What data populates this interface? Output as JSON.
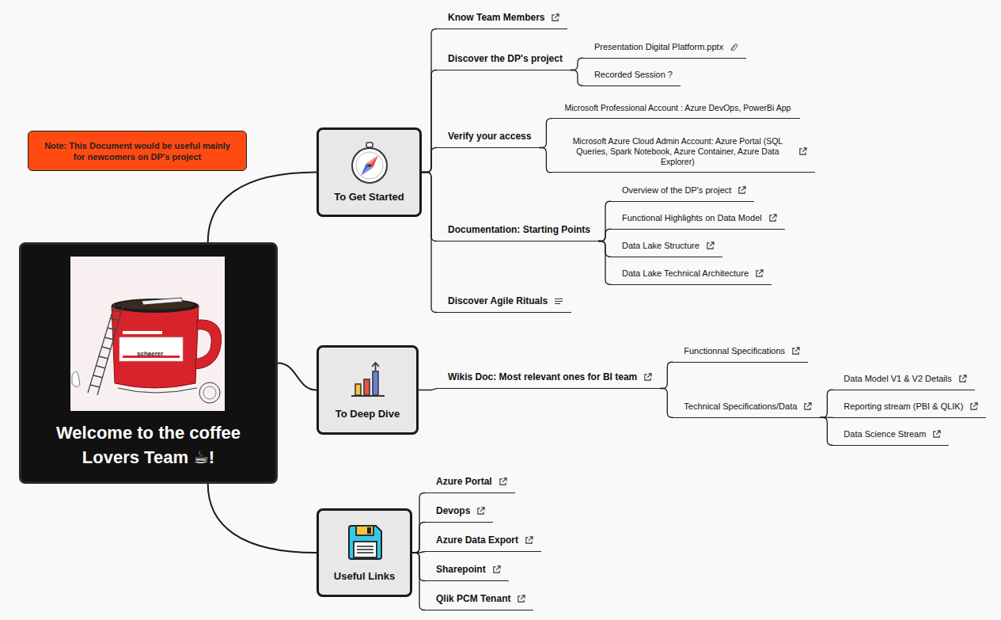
{
  "diagram": {
    "nodes": [
      {
        "text": [
          "Welcome to the coffee Lovers Team ☕!"
        ]
      },
      {
        "text": [
          "Note: This Document would be useful mainly  for newcomers on DP's project"
        ]
      },
      {
        "text": [
          "To Get Started"
        ]
      },
      {
        "text": [
          "Know Team Members"
        ]
      },
      {
        "text": [
          "Discover the DP's project"
        ]
      },
      {
        "text": [
          "Presentation Digital Platform.pptx"
        ]
      },
      {
        "text": [
          "Recorded Session ?"
        ]
      },
      {
        "text": [
          "Verify your access"
        ]
      },
      {
        "text": [
          "Microsoft Professional Account  : Azure DevOps, PowerBi App"
        ]
      },
      {
        "text": [
          "Microsoft Azure Cloud Admin Account: Azure Portal (SQL Queries, Spark Notebook, Azure Container, Azure Data Explorer)"
        ]
      },
      {
        "text": [
          "Documentation: Starting Points"
        ]
      },
      {
        "text": [
          "Overview of the DP's project"
        ]
      },
      {
        "text": [
          "Functional Highlights on Data Model"
        ]
      },
      {
        "text": [
          "Data Lake Structure"
        ]
      },
      {
        "text": [
          "Data Lake Technical Architecture"
        ]
      },
      {
        "text": [
          "Discover Agile Rituals"
        ]
      },
      {
        "text": [
          "To Deep Dive"
        ]
      },
      {
        "text": [
          "Wikis Doc: Most relevant ones for BI team"
        ]
      },
      {
        "text": [
          "Functionnal Specifications"
        ]
      },
      {
        "text": [
          "Technical Specifications/Data"
        ]
      },
      {
        "text": [
          "Data Model V1 & V2 Details"
        ]
      },
      {
        "text": [
          "Reporting stream (PBI & QLIK)"
        ]
      },
      {
        "text": [
          "Data Science Stream"
        ]
      },
      {
        "text": [
          "Useful Links"
        ]
      },
      {
        "text": [
          "Azure Portal"
        ]
      },
      {
        "text": [
          "Devops"
        ]
      },
      {
        "text": [
          "Azure Data Export"
        ]
      },
      {
        "text": [
          "Sharepoint"
        ]
      },
      {
        "text": [
          "Qlik PCM Tenant"
        ]
      }
    ],
    "edges": [
      {
        "from": 0,
        "to": 2,
        "arrow": "none"
      },
      {
        "from": 0,
        "to": 16,
        "arrow": "none"
      },
      {
        "from": 0,
        "to": 23,
        "arrow": "none"
      },
      {
        "from": 2,
        "to": 3,
        "arrow": "none"
      },
      {
        "from": 2,
        "to": 4,
        "arrow": "none"
      },
      {
        "from": 2,
        "to": 7,
        "arrow": "none"
      },
      {
        "from": 2,
        "to": 10,
        "arrow": "none"
      },
      {
        "from": 2,
        "to": 15,
        "arrow": "none"
      },
      {
        "from": 4,
        "to": 5,
        "arrow": "none"
      },
      {
        "from": 4,
        "to": 6,
        "arrow": "none"
      },
      {
        "from": 7,
        "to": 8,
        "arrow": "none"
      },
      {
        "from": 7,
        "to": 9,
        "arrow": "none"
      },
      {
        "from": 10,
        "to": 11,
        "arrow": "none"
      },
      {
        "from": 10,
        "to": 12,
        "arrow": "none"
      },
      {
        "from": 10,
        "to": 13,
        "arrow": "none"
      },
      {
        "from": 10,
        "to": 14,
        "arrow": "none"
      },
      {
        "from": 16,
        "to": 17,
        "arrow": "none"
      },
      {
        "from": 17,
        "to": 18,
        "arrow": "none"
      },
      {
        "from": 17,
        "to": 19,
        "arrow": "none"
      },
      {
        "from": 19,
        "to": 20,
        "arrow": "none"
      },
      {
        "from": 19,
        "to": 21,
        "arrow": "none"
      },
      {
        "from": 19,
        "to": 22,
        "arrow": "none"
      },
      {
        "from": 23,
        "to": 24,
        "arrow": "none"
      },
      {
        "from": 23,
        "to": 25,
        "arrow": "none"
      },
      {
        "from": 23,
        "to": 26,
        "arrow": "none"
      },
      {
        "from": 23,
        "to": 27,
        "arrow": "none"
      },
      {
        "from": 23,
        "to": 28,
        "arrow": "none"
      }
    ],
    "labels": [
      "schaerer"
    ]
  }
}
